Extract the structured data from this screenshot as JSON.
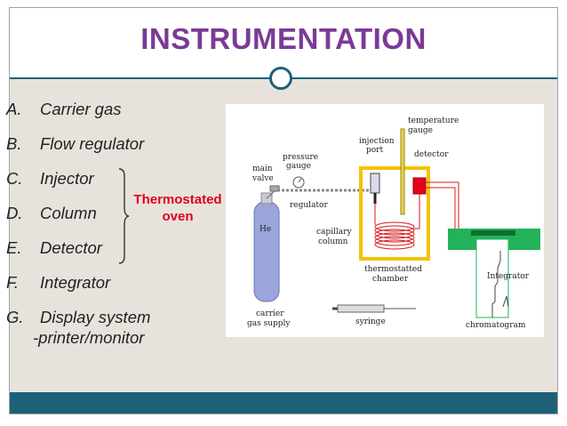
{
  "slide": {
    "title": "INSTRUMENTATION",
    "items": [
      {
        "letter": "A.",
        "text": "Carrier gas"
      },
      {
        "letter": "B.",
        "text": "Flow regulator"
      },
      {
        "letter": "C.",
        "text": "Injector"
      },
      {
        "letter": "D.",
        "text": "Column"
      },
      {
        "letter": "E.",
        "text": "Detector"
      },
      {
        "letter": "F.",
        "text": "Integrator"
      },
      {
        "letter": "G.",
        "text": "Display system"
      }
    ],
    "item_g_sub": "-printer/monitor",
    "bracket_label_line1": "Thermostated",
    "bracket_label_line2": "oven"
  },
  "diagram": {
    "labels": {
      "temperature_gauge_1": "temperature",
      "temperature_gauge_2": "gauge",
      "injection_port_1": "injection",
      "injection_port_2": "port",
      "detector": "detector",
      "pressure_gauge_1": "pressure",
      "pressure_gauge_2": "gauge",
      "main_valve_1": "main",
      "main_valve_2": "valve",
      "regulator": "regulator",
      "gas_symbol": "He",
      "capillary_column_1": "capillary",
      "capillary_column_2": "column",
      "thermostatted_chamber_1": "thermostatted",
      "thermostatted_chamber_2": "chamber",
      "integrator": "Integrator",
      "carrier_gas_supply_1": "carrier",
      "carrier_gas_supply_2": "gas supply",
      "syringe": "syringe",
      "chromatogram": "chromatogram"
    }
  },
  "colors": {
    "title": "#7b3a96",
    "accent": "#1f6079",
    "bracket_label": "#e0001b",
    "oven_frame": "#f2c300",
    "detector": "#e8001a",
    "integrator": "#22b35a",
    "cylinder": "#9aa6dc"
  }
}
